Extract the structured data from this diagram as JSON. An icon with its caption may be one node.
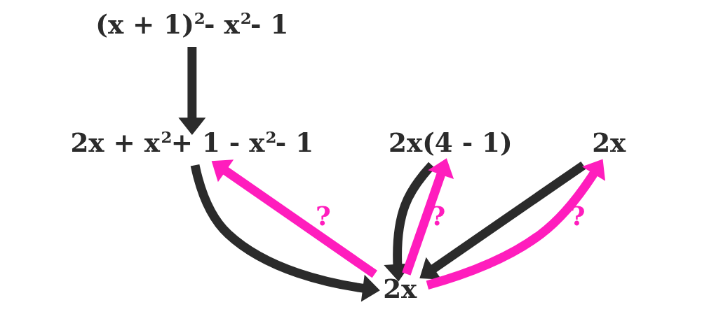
{
  "diagram": {
    "nodes": [
      {
        "text": [
          "(x + 1)$^{2}$- x$^{2}$- 1"
        ]
      },
      {
        "text": [
          "2x + x$^{2}$+ 1 - x$^{2}$- 1"
        ]
      },
      {
        "text": [
          "2x(4 - 1)"
        ]
      },
      {
        "text": [
          "2x"
        ]
      },
      {
        "text": [
          "2x"
        ]
      }
    ],
    "edges": [
      {
        "from": 0,
        "to": 1,
        "arrow": "to"
      },
      {
        "from": 1,
        "to": 4,
        "arrow": "to"
      },
      {
        "from": 4,
        "to": 1,
        "arrow": "to",
        "label": "?",
        "color": "#ff1dbd"
      },
      {
        "from": 4,
        "to": 2,
        "arrow": "to",
        "label": "?",
        "color": "#ff1dbd"
      },
      {
        "from": 2,
        "to": 4,
        "arrow": "to"
      },
      {
        "from": 4,
        "to": 3,
        "arrow": "to",
        "label": "?",
        "color": "#ff1dbd"
      },
      {
        "from": 3,
        "to": 4,
        "arrow": "to"
      }
    ]
  }
}
